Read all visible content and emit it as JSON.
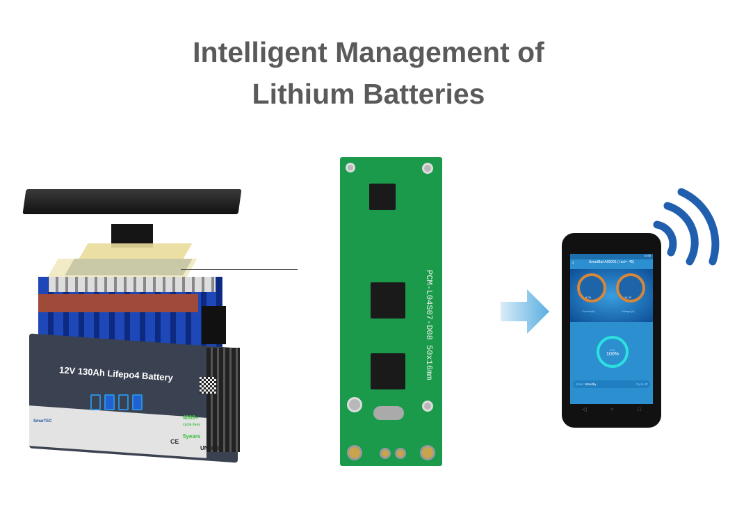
{
  "title": {
    "line1": "Intelligent Management of",
    "line2": "Lithium Batteries"
  },
  "battery": {
    "label": "12V 130Ah Lifepo4 Battery",
    "cycles": "4000+",
    "cycles_sub": "cycle lives",
    "years": "5years",
    "brand": "SmarTEC",
    "cert_un": "UN38.3",
    "cert_ce": "CE"
  },
  "pcb": {
    "model": "PCM-L04S07-D08 50x16mm"
  },
  "phone": {
    "app_title": "SmartBat-A00001 ( rssi= -45)",
    "status_time": "14:56",
    "gauge_current": "0.0A",
    "gauge_voltage": "14.4V",
    "current_label": "Current(A)",
    "voltage_label": "Voltage(V)",
    "soc_label": "SOC",
    "soc_value": "100%",
    "state_label": "State:",
    "state_value": "Standby",
    "cycle_label": "Cycle:",
    "cycle_value": "0"
  },
  "colors": {
    "title": "#5a5a5a",
    "pcb": "#1c9a4c",
    "wifi": "#1f5fae",
    "screen": "#2c8fd0"
  }
}
